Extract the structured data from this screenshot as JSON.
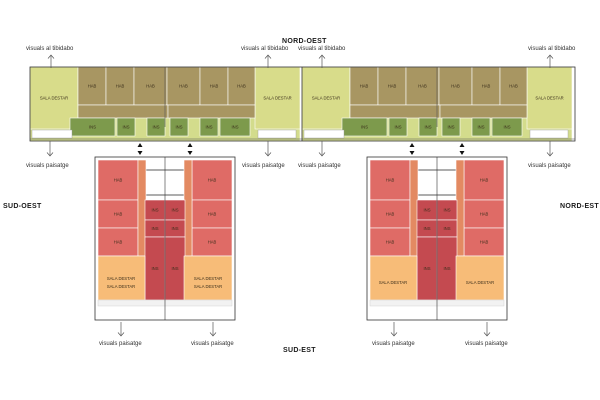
{
  "orientation": {
    "north_west": "NORD-OEST",
    "south_west": "SUD-OEST",
    "south_east": "SUD-EST",
    "north_east": "NORD-EST"
  },
  "views": {
    "tibidabo": "visuals al tibidabo",
    "landscape": "visuals paisatge"
  },
  "rooms": {
    "hab": "HAB",
    "ins": "INS",
    "sala": "SALA DESTAR"
  },
  "colors": {
    "sala_top": "#d8dc8a",
    "hab_top": "#a89662",
    "ins_top": "#7d9a4c",
    "corridor_top": "#d3dc8c",
    "hab_bottom": "#df6b66",
    "ins_bottom": "#c44a50",
    "sala_bottom": "#f7bc78",
    "corridor_bottom": "#e38a62",
    "stair": "#7a9146"
  }
}
